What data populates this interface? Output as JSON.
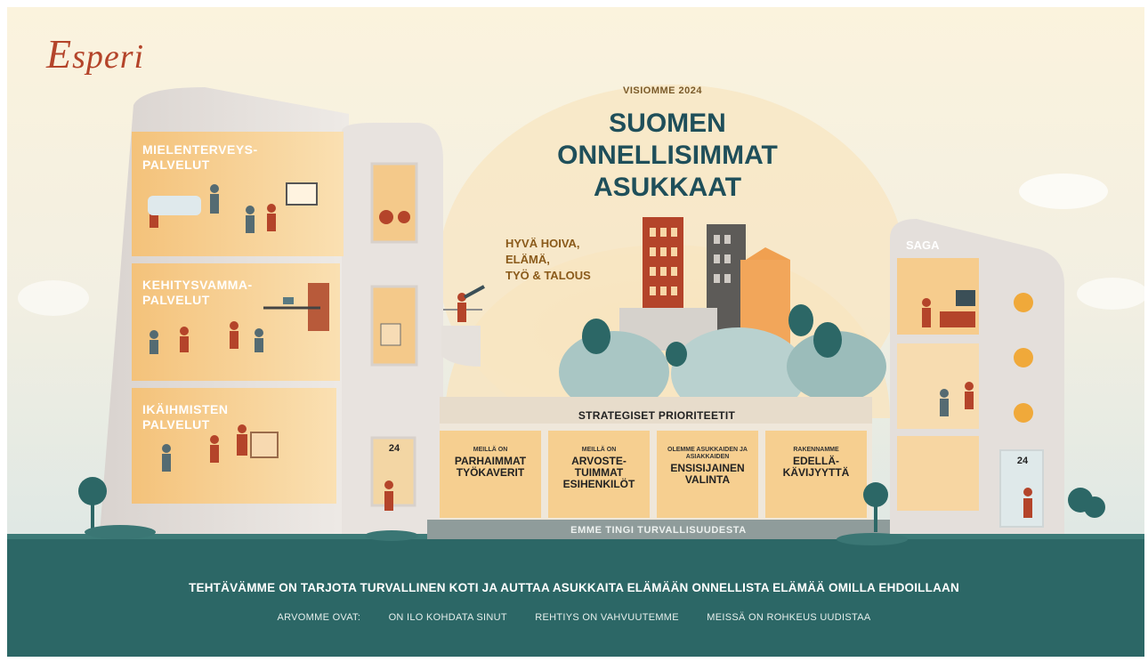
{
  "brand": {
    "logo_text": "speri",
    "logo_initial": "E"
  },
  "vision": {
    "label": "VISIOMME 2024",
    "lines": [
      "SUOMEN",
      "ONNELLISIMMAT",
      "ASUKKAAT"
    ]
  },
  "hoiva": [
    "HYVÄ HOIVA,",
    "ELÄMÄ,",
    "TYÖ & TALOUS"
  ],
  "floors": [
    {
      "line1": "MIELENTERVEYS-",
      "line2": "PALVELUT"
    },
    {
      "line1": "KEHITYSVAMMA-",
      "line2": "PALVELUT"
    },
    {
      "line1": "IKÄIHMISTEN",
      "line2": "PALVELUT"
    }
  ],
  "saga": "SAGA",
  "strategy": {
    "title": "STRATEGISET PRIORITEETIT",
    "cards": [
      {
        "small": "MEILLÄ ON",
        "big": "PARHAIMMAT TYÖKAVERIT"
      },
      {
        "small": "MEILLÄ ON",
        "big": "ARVOSTE-TUIMMAT ESIHENKILÖT"
      },
      {
        "small": "OLEMME ASUKKAIDEN JA ASIAKKAIDEN",
        "big": "ENSISIJAINEN VALINTA"
      },
      {
        "small": "RAKENNAMME",
        "big": "EDELLÄ-KÄVIJYYTTÄ"
      }
    ]
  },
  "safety": "EMME TINGI TURVALLISUUDESTA",
  "mission": "TEHTÄVÄMME ON TARJOTA TURVALLINEN KOTI JA AUTTAA ASUKKAITA ELÄMÄÄN ONNELLISTA ELÄMÄÄ OMILLA EHDOILLAAN",
  "values": {
    "label": "ARVOMME OVAT:",
    "items": [
      "ON ILO KOHDATA SINUT",
      "REHTIYS ON VAHVUUTEMME",
      "MEISSÄ ON ROHKEUS UUDISTAA"
    ]
  },
  "signs": [
    "24",
    "24"
  ],
  "colors": {
    "brand_red": "#b4442a",
    "vision_teal": "#1f4f5a",
    "ground_teal": "#2c6766",
    "warm_panel": "#f3c98a"
  }
}
